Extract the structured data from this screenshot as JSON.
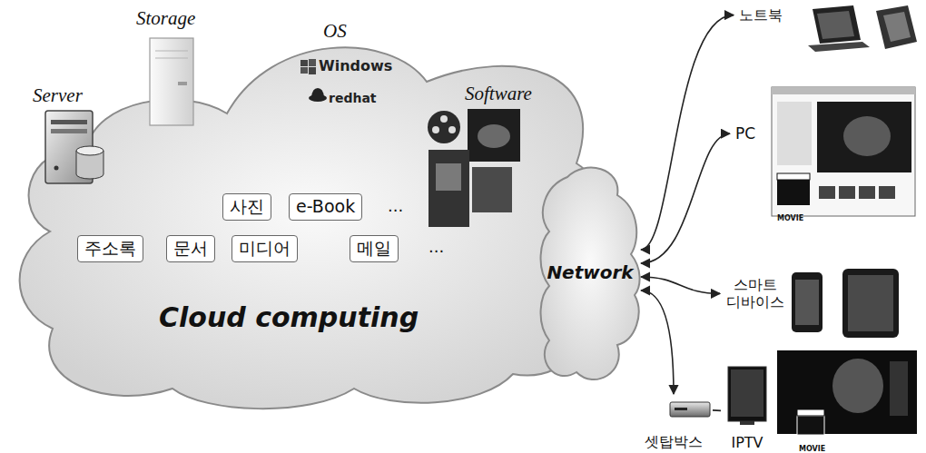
{
  "diagram": {
    "nodes": [
      {
        "text": [
          "Cloud computing"
        ]
      },
      {
        "text": [
          "사진"
        ],
        "in": 0
      },
      {
        "text": [
          "e-Book"
        ],
        "in": 0
      },
      {
        "text": [
          "주소록"
        ],
        "in": 0
      },
      {
        "text": [
          "문서"
        ],
        "in": 0
      },
      {
        "text": [
          "미디어"
        ],
        "in": 0
      },
      {
        "text": [
          "메일"
        ],
        "in": 0
      },
      {
        "text": [
          "Network"
        ]
      },
      {
        "text": [
          "노트북"
        ]
      },
      {
        "text": [
          "PC"
        ]
      },
      {
        "text": [
          "스마트 디바이스"
        ]
      },
      {
        "text": [
          "셋탑박스"
        ]
      },
      {
        "text": [
          "IPTV"
        ]
      }
    ],
    "edges": [
      {
        "from": 7,
        "to": 8,
        "arrow": "both"
      },
      {
        "from": 7,
        "to": 9,
        "arrow": "both"
      },
      {
        "from": 7,
        "to": 10,
        "arrow": "both"
      },
      {
        "from": 7,
        "to": 11,
        "arrow": "both"
      },
      {
        "from": 11,
        "to": 12,
        "arrow": "none"
      }
    ],
    "labels": [
      "Storage",
      "OS",
      "Server",
      "Windows",
      "Software",
      "redhat",
      "...",
      "...",
      "MOVIE",
      "MOVIE"
    ]
  }
}
